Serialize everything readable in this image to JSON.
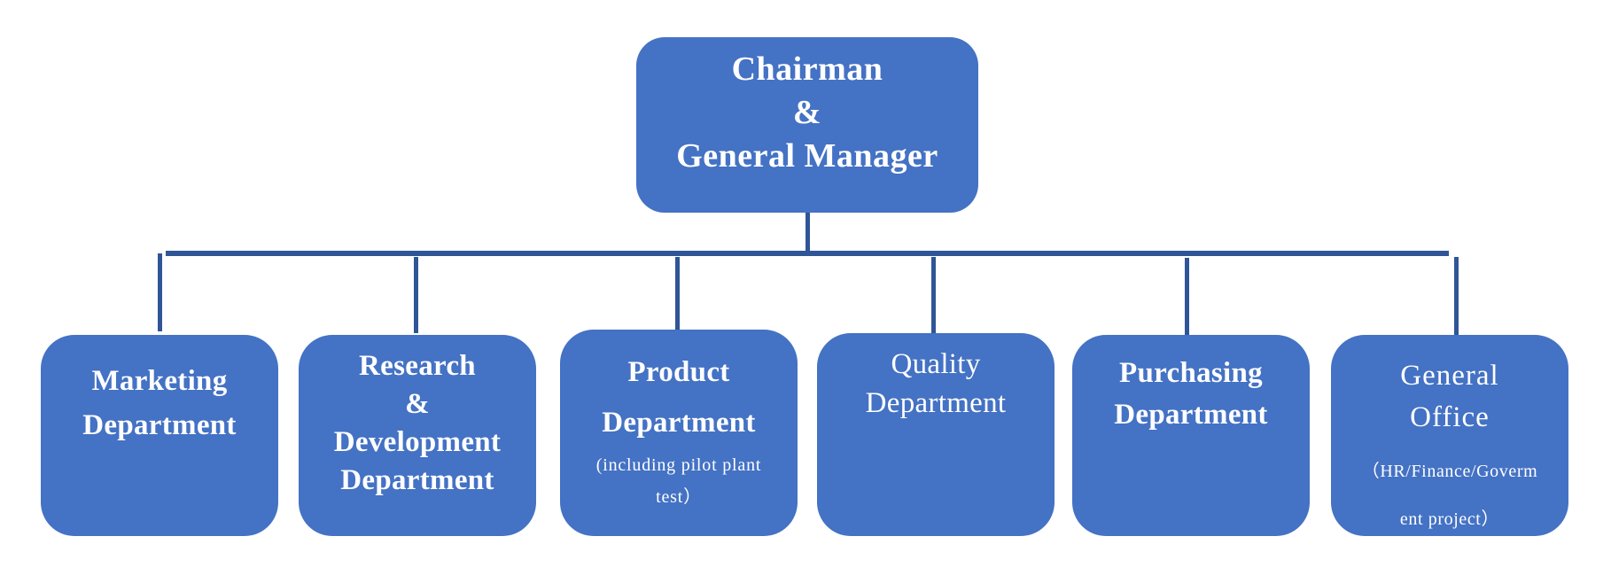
{
  "chart": {
    "root": {
      "lines": [
        "Chairman",
        "&",
        "General Manager"
      ]
    },
    "departments": [
      {
        "id": "marketing",
        "lines": [
          "Marketing",
          "Department"
        ],
        "sub": []
      },
      {
        "id": "rnd",
        "lines": [
          "Research",
          "&",
          "Development",
          "Department"
        ],
        "sub": []
      },
      {
        "id": "product",
        "lines": [
          "Product",
          "Department"
        ],
        "sub": [
          "(including pilot plant",
          "test）"
        ]
      },
      {
        "id": "quality",
        "lines": [
          "Quality",
          "Department"
        ],
        "sub": []
      },
      {
        "id": "purchasing",
        "lines": [
          "Purchasing",
          "Department"
        ],
        "sub": []
      },
      {
        "id": "general",
        "lines": [
          "General",
          "Office"
        ],
        "sub": [
          "（HR/Finance/Goverm",
          "ent project）"
        ]
      }
    ]
  },
  "colors": {
    "box_fill": "#4472C4",
    "connector": "#2F5597",
    "text": "#FFFFFF"
  }
}
